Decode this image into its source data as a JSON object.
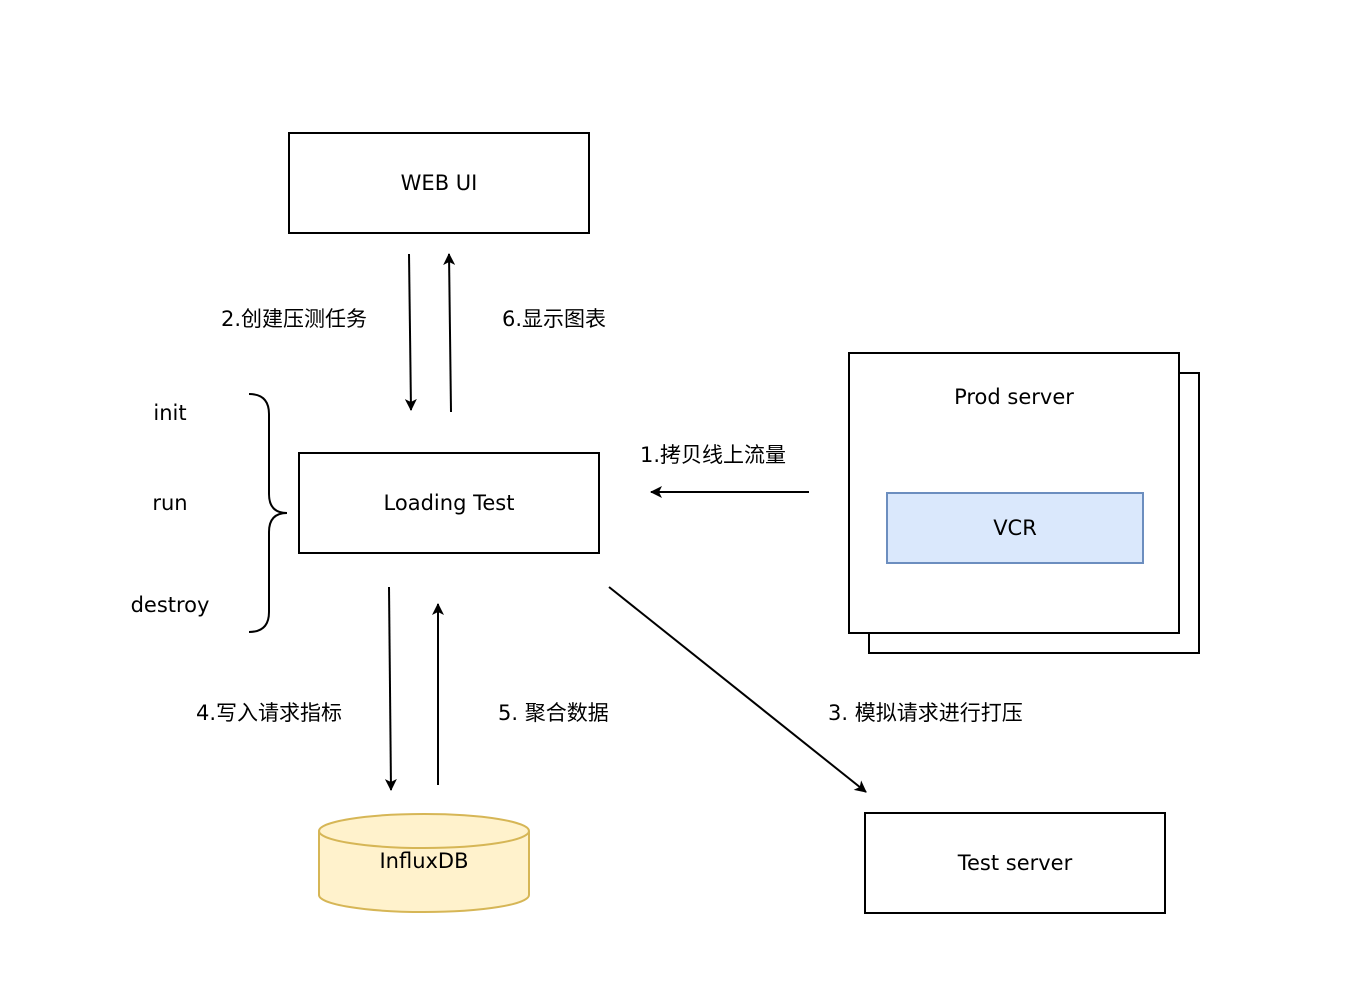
{
  "nodes": {
    "web_ui": "WEB UI",
    "loading_test": "Loading Test",
    "prod_server": "Prod server",
    "vcr": "VCR",
    "influxdb": "InfluxDB",
    "test_server": "Test server"
  },
  "phases": [
    "init",
    "run",
    "destroy"
  ],
  "edges": {
    "copy_traffic": "1.拷贝线上流量",
    "create_task": "2.创建压测任务",
    "simulate_requests": "3. 模拟请求进行打压",
    "write_metrics": "4.写入请求指标",
    "aggregate_data": "5. 聚合数据",
    "show_charts": "6.显示图表"
  },
  "colors": {
    "vcr_fill": "#dae8fc",
    "vcr_stroke": "#6c8ebf",
    "db_fill": "#fff2cc",
    "db_stroke": "#d6b656"
  }
}
